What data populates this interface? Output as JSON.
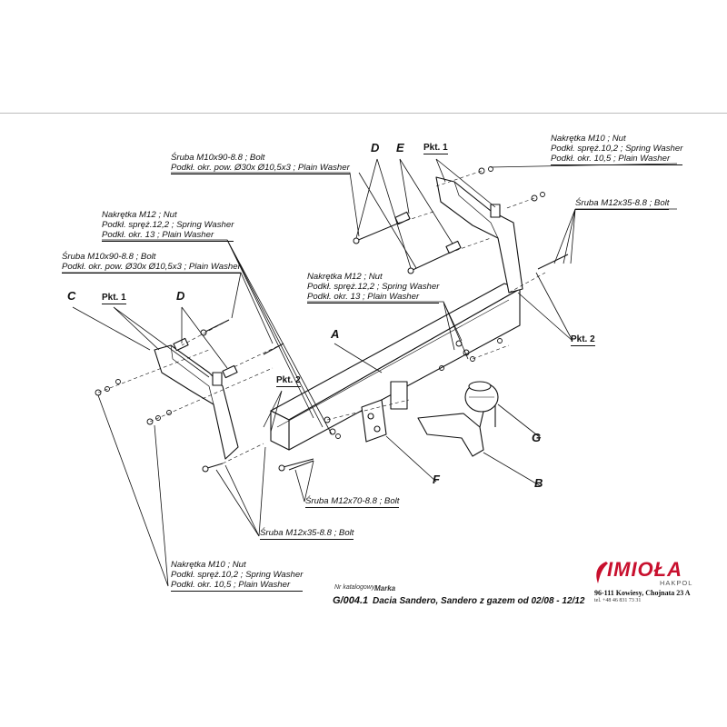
{
  "callouts": {
    "nut_m10_top": {
      "lines": [
        "Nakrętka  M10 ; Nut",
        "Podkł. spręż.10,2 ; Spring Washer",
        "Podkł. okr. 10,5 ; Plain Washer"
      ]
    },
    "bolt_m10_top": {
      "lines": [
        "Śruba M10x90-8.8 ;  Bolt",
        "Podkł. okr. pow. Ø30x Ø10,5x3 ; Plain Washer"
      ]
    },
    "bolt_m12x35_right": {
      "lines": [
        "Śruba M12x35-8.8 ;  Bolt"
      ]
    },
    "nut_m12_left": {
      "lines": [
        "Nakrętka  M12 ; Nut",
        "Podkł. spręż.12,2 ; Spring Washer",
        "Podkł. okr. 13 ; Plain Washer"
      ]
    },
    "bolt_m10_left": {
      "lines": [
        "Śruba M10x90-8.8 ;  Bolt",
        "Podkł. okr. pow. Ø30x Ø10,5x3 ; Plain Washer"
      ]
    },
    "nut_m12_mid": {
      "lines": [
        "Nakrętka  M12 ; Nut",
        "Podkł. spręż.12,2 ; Spring Washer",
        "Podkł. okr. 13 ; Plain Washer"
      ]
    },
    "bolt_m12x70": {
      "lines": [
        "Śruba M12x70-8.8 ;  Bolt"
      ]
    },
    "bolt_m12x35_bottom": {
      "lines": [
        "Śruba M12x35-8.8 ;  Bolt"
      ]
    },
    "nut_m10_bottom": {
      "lines": [
        "Nakrętka  M10 ; Nut",
        "Podkł. spręż.10,2 ; Spring Washer",
        "Podkł. okr. 10,5 ; Plain Washer"
      ]
    }
  },
  "letters": {
    "A": "A",
    "B": "B",
    "C": "C",
    "D_top": "D",
    "D_left": "D",
    "E": "E",
    "F": "F",
    "G": "G"
  },
  "pkt": {
    "pkt1_top": "Pkt. 1",
    "pkt1_left": "Pkt. 1",
    "pkt2_mid": "Pkt. 2",
    "pkt2_right": "Pkt. 2"
  },
  "footer": {
    "catalog_label": "Nr katalogowy",
    "brand_label": "Marka",
    "catalog_number": "G/004.1",
    "description": "Dacia Sandero, Sandero z gazem   od  02/08 - 12/12",
    "logo_name": "IMIOŁA",
    "logo_sub": "HAKPOL",
    "address": "96-111 Kowiesy, Chojnata 23 A",
    "phone": "tel. +48 46 831 73 31"
  },
  "colors": {
    "ink": "#111111",
    "logo_red": "#c8102e",
    "frame": "#bdbdbd"
  }
}
